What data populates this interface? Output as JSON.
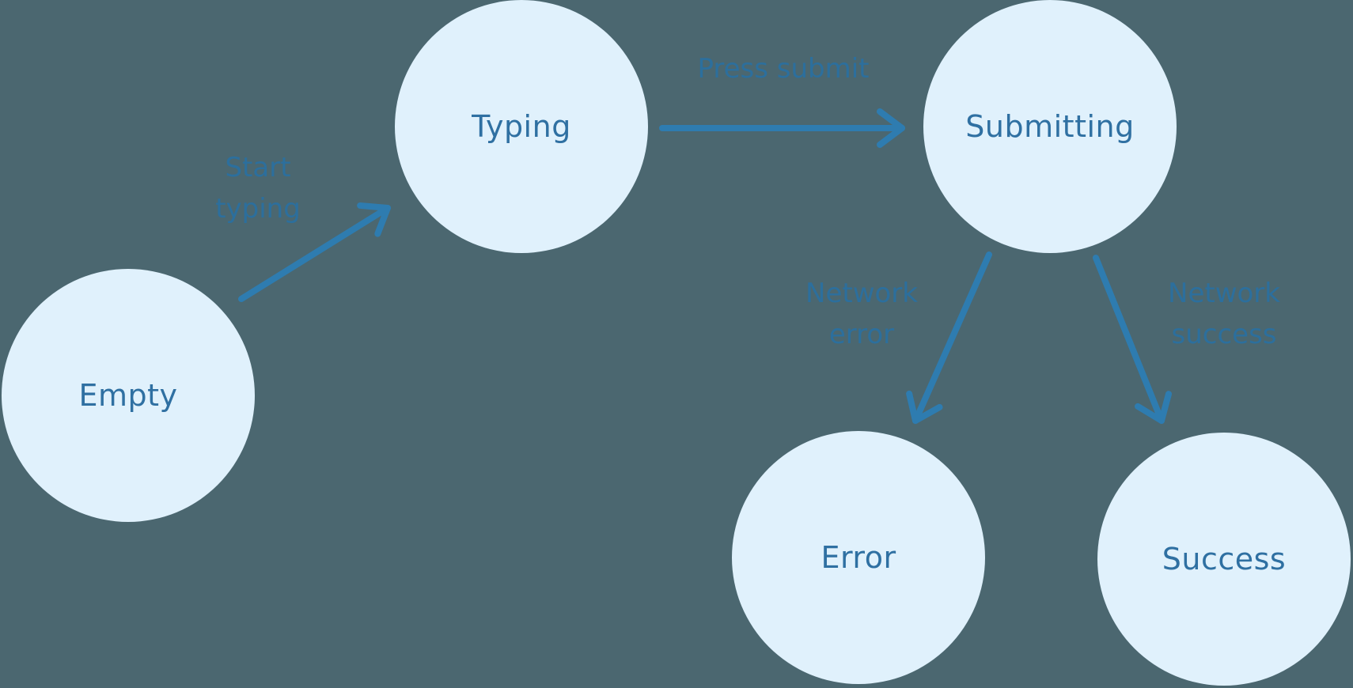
{
  "diagram_type": "state-machine",
  "states": [
    {
      "id": "empty",
      "label": "Empty"
    },
    {
      "id": "typing",
      "label": "Typing"
    },
    {
      "id": "submitting",
      "label": "Submitting"
    },
    {
      "id": "error",
      "label": "Error"
    },
    {
      "id": "success",
      "label": "Success"
    }
  ],
  "transitions": [
    {
      "from": "empty",
      "to": "typing",
      "label_lines": [
        "Start",
        "typing"
      ]
    },
    {
      "from": "typing",
      "to": "submitting",
      "label_lines": [
        "Press submit"
      ]
    },
    {
      "from": "submitting",
      "to": "error",
      "label_lines": [
        "Network",
        "error"
      ]
    },
    {
      "from": "submitting",
      "to": "success",
      "label_lines": [
        "Network",
        "success"
      ]
    }
  ],
  "colors": {
    "background": "#4b6770",
    "node_fill": "#e0f1fc",
    "node_text": "#2f70a2",
    "edge_label_text": "#2c6f9d",
    "arrow": "#2e7cb0"
  }
}
